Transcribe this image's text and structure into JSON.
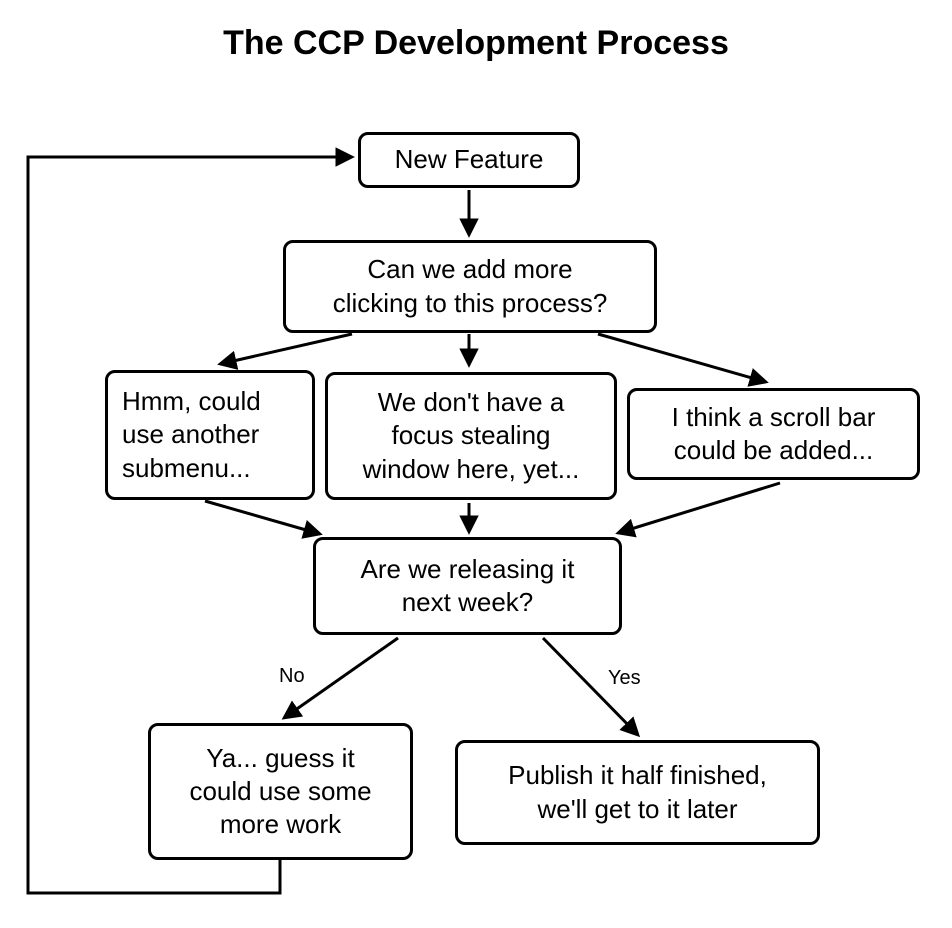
{
  "title": "The CCP Development Process",
  "nodes": {
    "new_feature": "New Feature",
    "clicking": "Can we add more\nclicking to this process?",
    "submenu": "Hmm, could\nuse another\nsubmenu...",
    "focus_stealing": "We don't have a\nfocus stealing\nwindow here, yet...",
    "scrollbar": "I think a scroll bar\ncould be added...",
    "releasing": "Are we releasing it\nnext week?",
    "more_work": "Ya... guess it\ncould use some\nmore work",
    "publish": "Publish it half finished,\nwe'll get to it later"
  },
  "edge_labels": {
    "no": "No",
    "yes": "Yes"
  }
}
